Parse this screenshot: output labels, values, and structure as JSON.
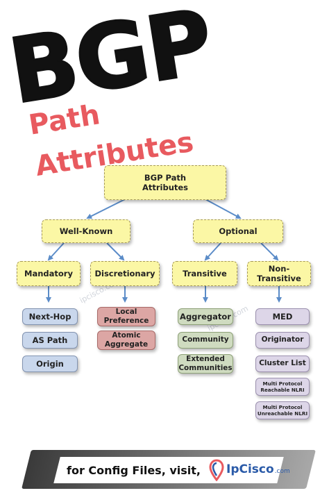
{
  "title": {
    "main": "BGP",
    "subtitle": "Path Attributes"
  },
  "diagram": {
    "root": "BGP Path\nAttributes",
    "well_known": "Well-Known",
    "optional": "Optional",
    "mandatory": "Mandatory",
    "discretionary": "Discretionary",
    "transitive": "Transitive",
    "non_transitive": "Non-Transitive",
    "mandatory_items": [
      "Next-Hop",
      "AS Path",
      "Origin"
    ],
    "discretionary_items": [
      "Local\nPreference",
      "Atomic\nAggregate"
    ],
    "transitive_items": [
      "Aggregator",
      "Community",
      "Extended\nCommunities"
    ],
    "non_transitive_items": [
      "MED",
      "Originator",
      "Cluster List",
      "Multi Protocol\nReachable NLRI",
      "Multi Protocol\nUnreachable NLRI"
    ],
    "watermarks": [
      "ipcisco.com",
      "ipcisco.com"
    ]
  },
  "banner": {
    "text": "for Config Files,  visit,",
    "logo_main": "IpCisco",
    "logo_domain": ".com"
  },
  "colors": {
    "title": "#111111",
    "subtitle": "#e85a5f",
    "arrow": "#5b8cc8",
    "category_fill": "#fbf7a5",
    "mandatory_fill": "#c9d7ec",
    "discretionary_fill": "#dca6a4",
    "transitive_fill": "#cfdbc0",
    "non_transitive_fill": "#ddd6e8",
    "logo": "#2a5aa8"
  }
}
